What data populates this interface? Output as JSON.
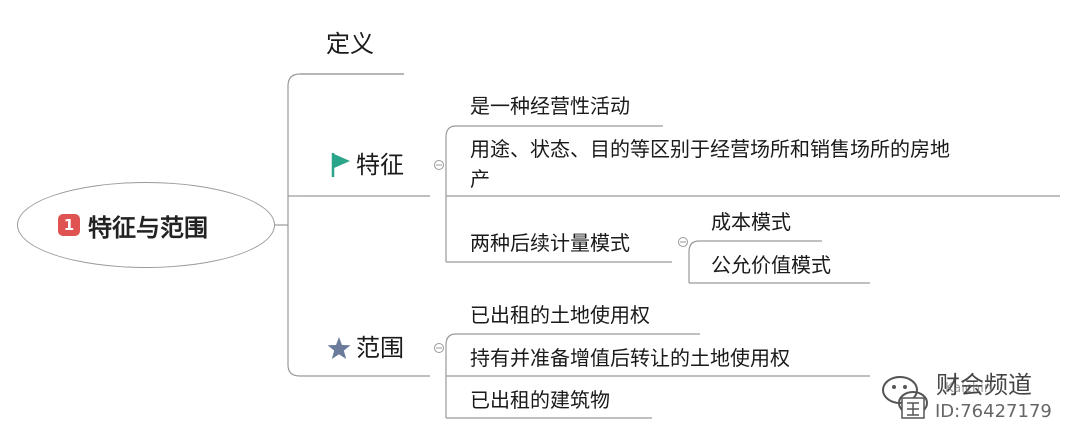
{
  "root": {
    "number": "1",
    "label": "特征与范围"
  },
  "branches": {
    "definition": {
      "label": "定义"
    },
    "features": {
      "label": "特征",
      "icon": "flag-icon",
      "items": [
        "是一种经营性活动",
        "用途、状态、目的等区别于经营场所和销售场所的房地",
        "产",
        "两种后续计量模式"
      ],
      "sub_items": [
        "成本模式",
        "公允价值模式"
      ]
    },
    "scope": {
      "label": "范围",
      "icon": "star-icon",
      "items": [
        "已出租的土地使用权",
        "持有并准备增值后转让的土地使用权",
        "已出租的建筑物"
      ]
    }
  },
  "watermark": {
    "brand": "财会频道",
    "overlay": "Kaichin",
    "id": "ID:76427179"
  },
  "colors": {
    "flag": "#2aa58a",
    "star": "#6a7b9c",
    "badge": "#e05353",
    "line": "#9a9a9a"
  }
}
